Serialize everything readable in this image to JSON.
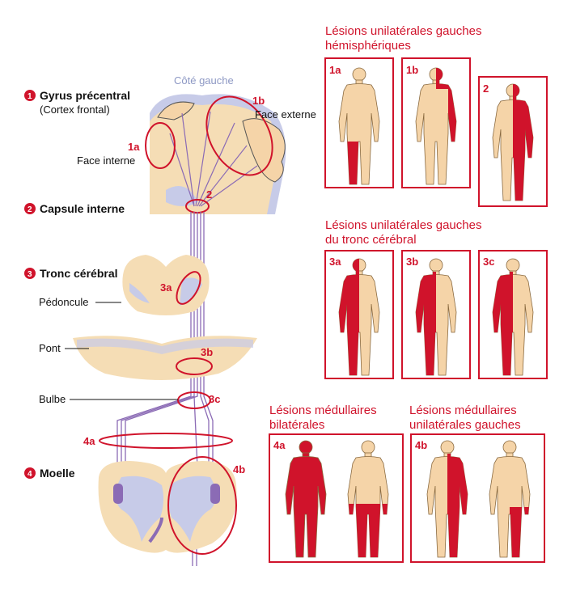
{
  "left": {
    "cote_gauche": "Côté gauche",
    "sections": [
      {
        "num": "1",
        "title": "Gyrus précentral",
        "subtitle": "(Cortex frontal)"
      },
      {
        "num": "2",
        "title": "Capsule interne"
      },
      {
        "num": "3",
        "title": "Tronc cérébral"
      },
      {
        "num": "4",
        "title": "Moelle"
      }
    ],
    "labels": {
      "face_interne": "Face interne",
      "face_externe": "Face externe",
      "pedoncule": "Pédoncule",
      "pont": "Pont",
      "bulbe": "Bulbe"
    },
    "markers": {
      "m1a": "1a",
      "m1b": "1b",
      "m2": "2",
      "m3a": "3a",
      "m3b": "3b",
      "m3c": "3c",
      "m4a": "4a",
      "m4b": "4b"
    }
  },
  "right": {
    "group1_title": [
      "Lésions unilatérales gauches",
      "hémisphériques"
    ],
    "group2_title": [
      "Lésions unilatérales gauches",
      "du tronc cérébral"
    ],
    "group3_title": [
      "Lésions médullaires",
      "bilatérales"
    ],
    "group4_title": [
      "Lésions médullaires",
      "unilatérales gauches"
    ],
    "panels": {
      "p1a": "1a",
      "p1b": "1b",
      "p2": "2",
      "p3a": "3a",
      "p3b": "3b",
      "p3c": "3c",
      "p4a": "4a",
      "p4b": "4b"
    }
  },
  "colors": {
    "red": "#d0132b",
    "skin": "#f5d4a8",
    "tissue": "#f5ddb5",
    "gray_matter": "#c7cbe8",
    "tract": "#8b6bb5"
  }
}
